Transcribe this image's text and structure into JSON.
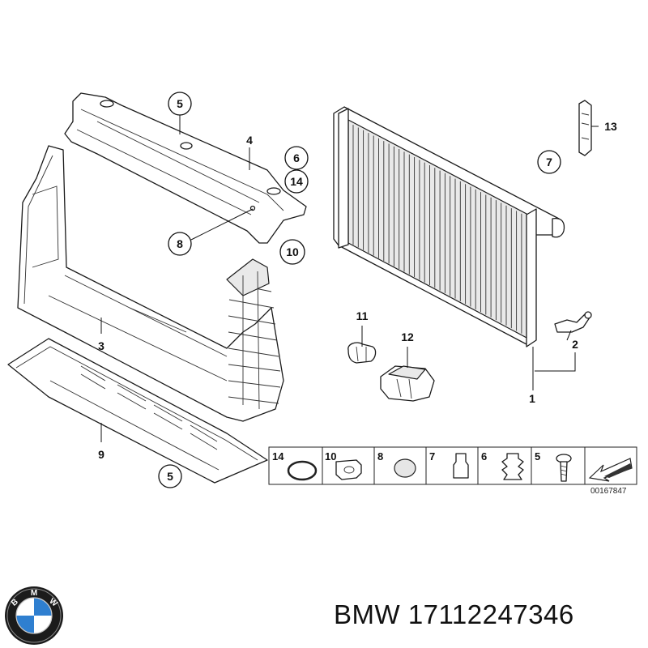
{
  "callouts": [
    {
      "id": "c5a",
      "label": "5"
    },
    {
      "id": "c6",
      "label": "6"
    },
    {
      "id": "c14",
      "label": "14"
    },
    {
      "id": "c8",
      "label": "8"
    },
    {
      "id": "c10",
      "label": "10"
    },
    {
      "id": "c7",
      "label": "7"
    },
    {
      "id": "c5b",
      "label": "5"
    }
  ],
  "labels": {
    "l4": "4",
    "l3": "3",
    "l9": "9",
    "l13": "13",
    "l11": "11",
    "l12": "12",
    "l2": "2",
    "l1": "1"
  },
  "legend": {
    "items": [
      "14",
      "10",
      "8",
      "7",
      "6",
      "5"
    ],
    "drawing_number": "00167847"
  },
  "brand": {
    "logo_letters": "BMW",
    "caption": "BMW 17112247346"
  }
}
